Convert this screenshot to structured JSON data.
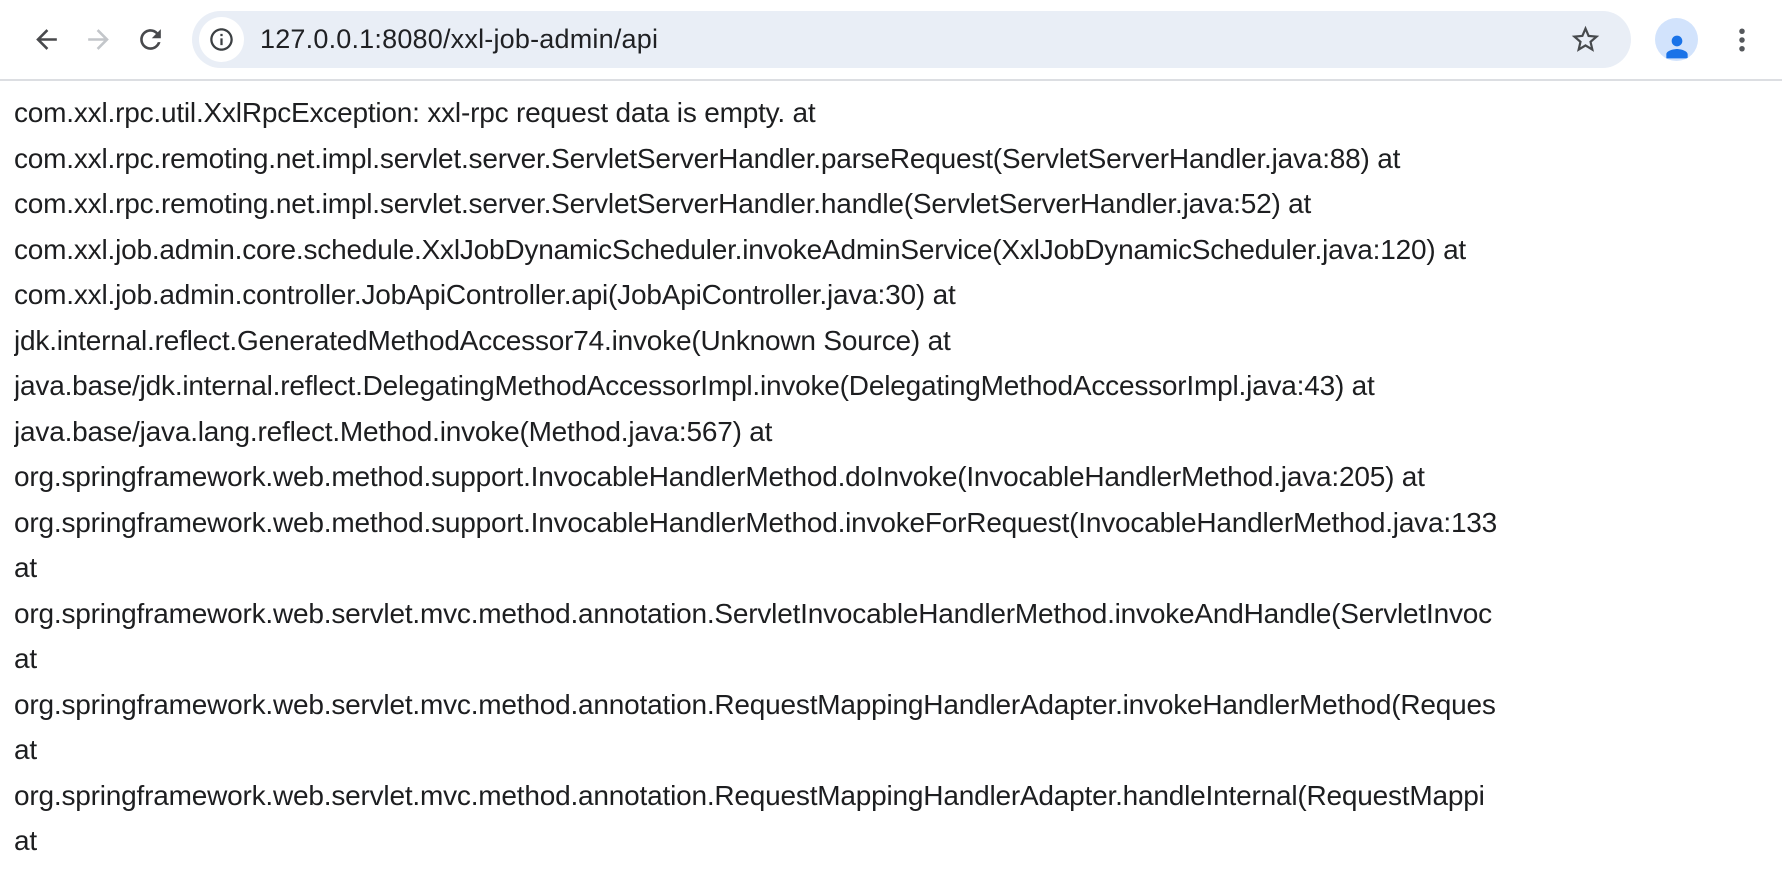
{
  "browser_toolbar": {
    "url": "127.0.0.1:8080/xxl-job-admin/api",
    "icons": {
      "back": "back-arrow-icon",
      "forward": "forward-arrow-icon",
      "reload": "reload-icon",
      "site_info": "info-icon",
      "bookmark": "star-icon",
      "profile": "person-icon",
      "menu": "three-dot-menu-icon"
    }
  },
  "content": {
    "stack_trace_lines": [
      "com.xxl.rpc.util.XxlRpcException: xxl-rpc request data is empty. at",
      "com.xxl.rpc.remoting.net.impl.servlet.server.ServletServerHandler.parseRequest(ServletServerHandler.java:88) at",
      "com.xxl.rpc.remoting.net.impl.servlet.server.ServletServerHandler.handle(ServletServerHandler.java:52) at",
      "com.xxl.job.admin.core.schedule.XxlJobDynamicScheduler.invokeAdminService(XxlJobDynamicScheduler.java:120) at",
      "com.xxl.job.admin.controller.JobApiController.api(JobApiController.java:30) at",
      "jdk.internal.reflect.GeneratedMethodAccessor74.invoke(Unknown Source) at",
      "java.base/jdk.internal.reflect.DelegatingMethodAccessorImpl.invoke(DelegatingMethodAccessorImpl.java:43) at",
      "java.base/java.lang.reflect.Method.invoke(Method.java:567) at",
      "org.springframework.web.method.support.InvocableHandlerMethod.doInvoke(InvocableHandlerMethod.java:205) at",
      "org.springframework.web.method.support.InvocableHandlerMethod.invokeForRequest(InvocableHandlerMethod.java:133",
      "at",
      "org.springframework.web.servlet.mvc.method.annotation.ServletInvocableHandlerMethod.invokeAndHandle(ServletInvoc",
      "at",
      "org.springframework.web.servlet.mvc.method.annotation.RequestMappingHandlerAdapter.invokeHandlerMethod(Reques",
      "at",
      "org.springframework.web.servlet.mvc.method.annotation.RequestMappingHandlerAdapter.handleInternal(RequestMappi",
      "at"
    ]
  },
  "colors": {
    "accent_blue": "#1a73e8",
    "avatar_bg": "#d2e3fc",
    "omnibox_bg": "#e9eef6",
    "toolbar_icon": "#5f6368",
    "toolbar_icon_disabled": "#c3c6ca",
    "text_dark": "#202124",
    "toolbar_border": "#dcdee2"
  }
}
